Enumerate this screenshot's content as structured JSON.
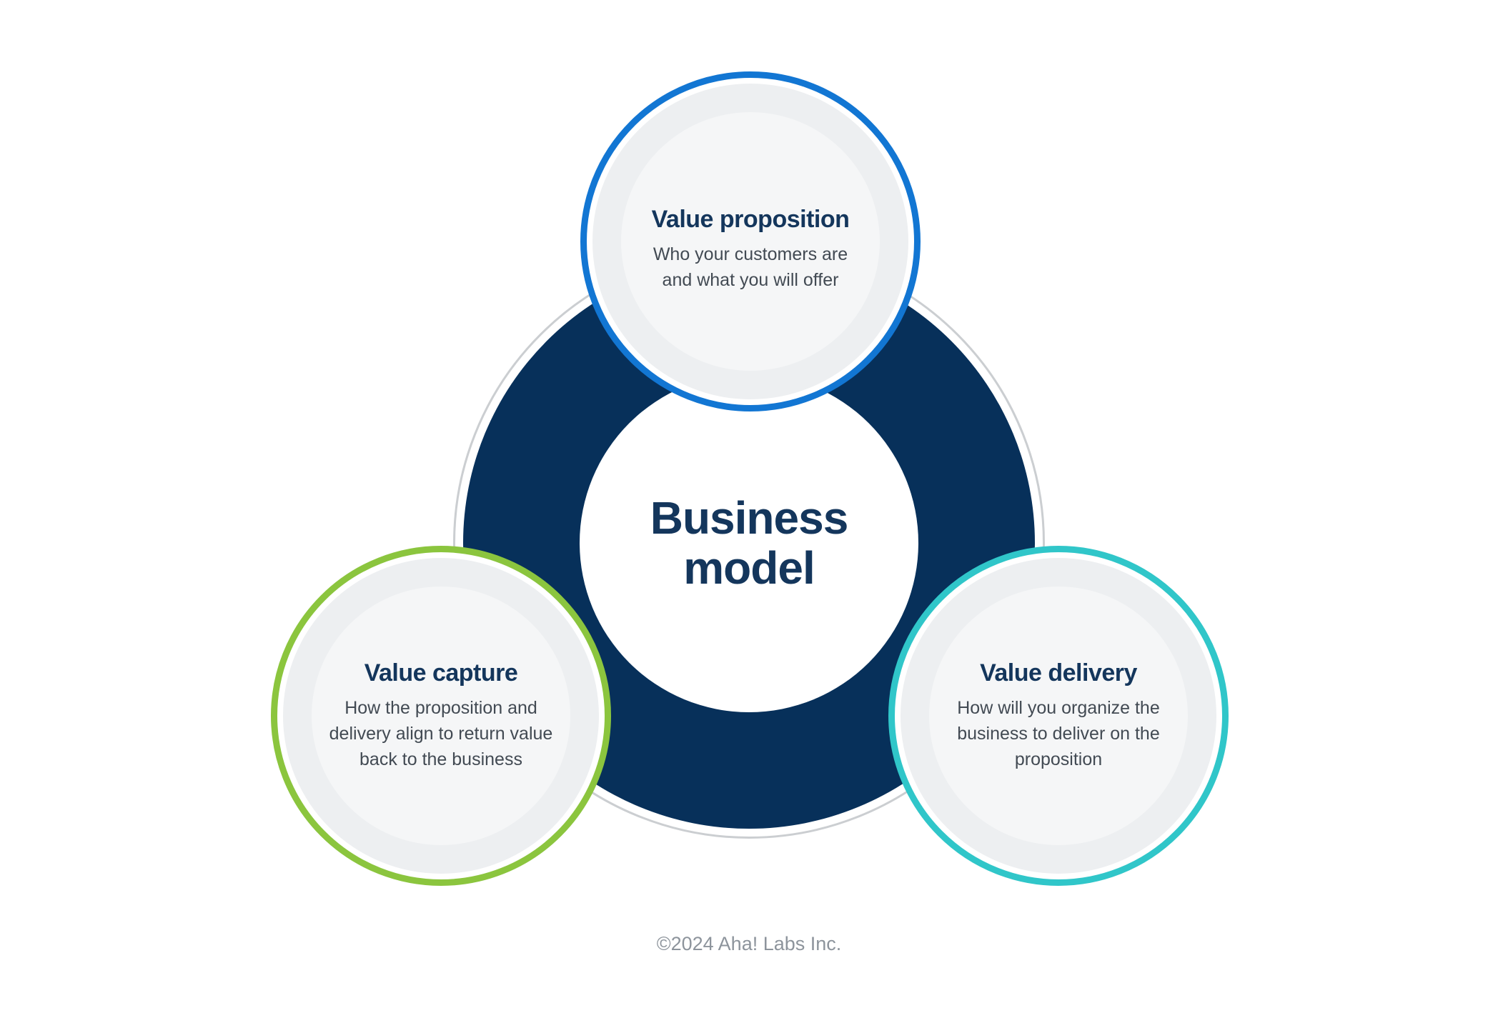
{
  "center": {
    "title": "Business model"
  },
  "circles": [
    {
      "id": "value-proposition",
      "title": "Value proposition",
      "description": "Who your customers are and what you will offer",
      "border_color": "#1276d3"
    },
    {
      "id": "value-capture",
      "title": "Value capture",
      "description": "How the proposition and delivery align to return value back to the business",
      "border_color": "#8bc53e"
    },
    {
      "id": "value-delivery",
      "title": "Value delivery",
      "description": "How will you organize the business to deliver on the proposition",
      "border_color": "#30c6c9"
    }
  ],
  "footer": {
    "copyright": "©2024 Aha! Labs Inc."
  },
  "colors": {
    "navy_ring": "#07305a",
    "title_text": "#14365c",
    "description_text": "#424a53",
    "outline_gray": "#cbced1",
    "footer_text": "#8d949c"
  }
}
